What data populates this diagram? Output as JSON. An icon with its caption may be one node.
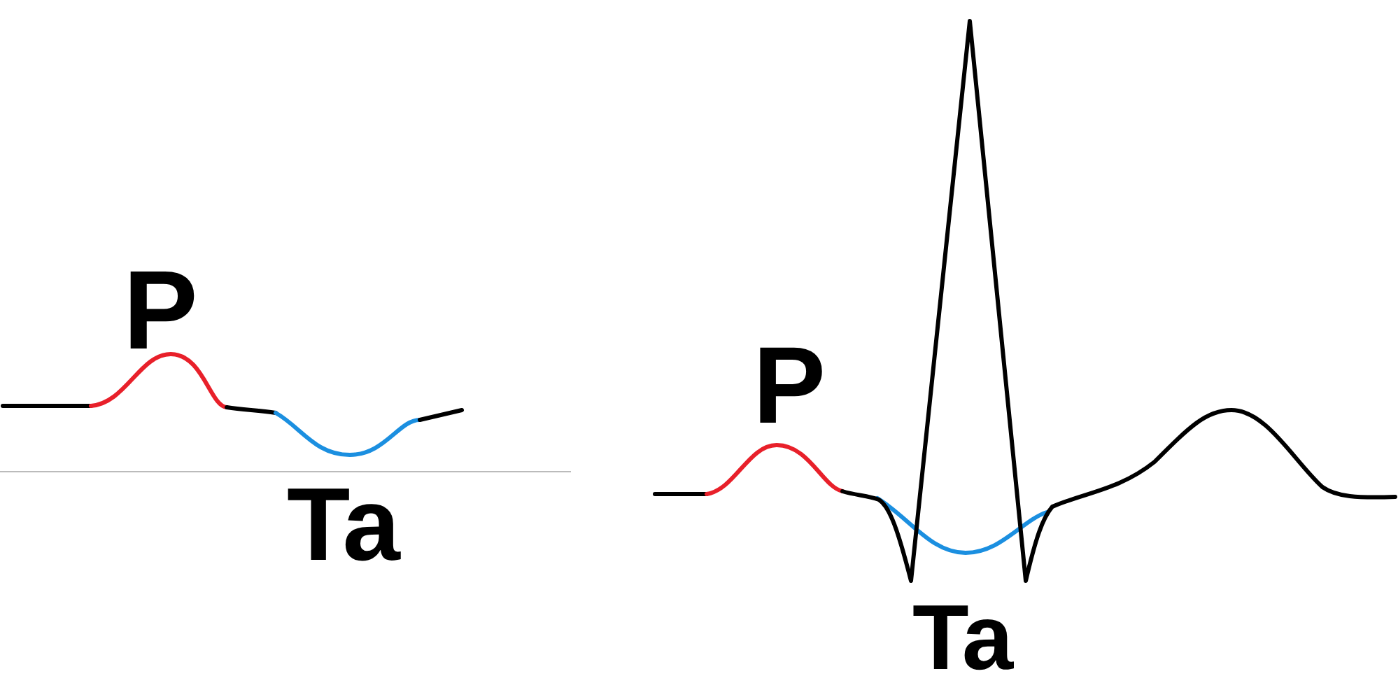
{
  "diagram": {
    "labels": [
      "P",
      "Ta",
      "P",
      "Ta"
    ]
  }
}
